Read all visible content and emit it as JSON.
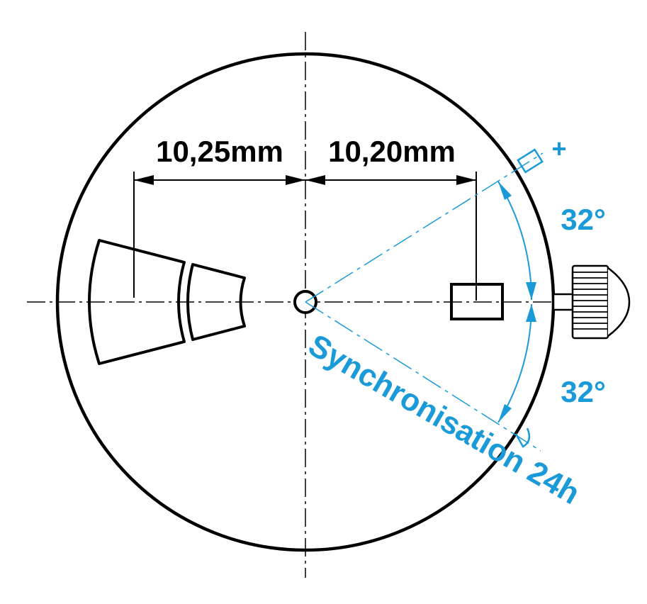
{
  "labels": {
    "left_dimension": "10,25mm",
    "right_dimension": "10,20mm",
    "plus": "+",
    "angle_upper": "32°",
    "angle_lower": "32°",
    "synchronisation": "Synchronisation 24h"
  },
  "colors": {
    "outline": "#000000",
    "accent": "#1a9ad8"
  }
}
